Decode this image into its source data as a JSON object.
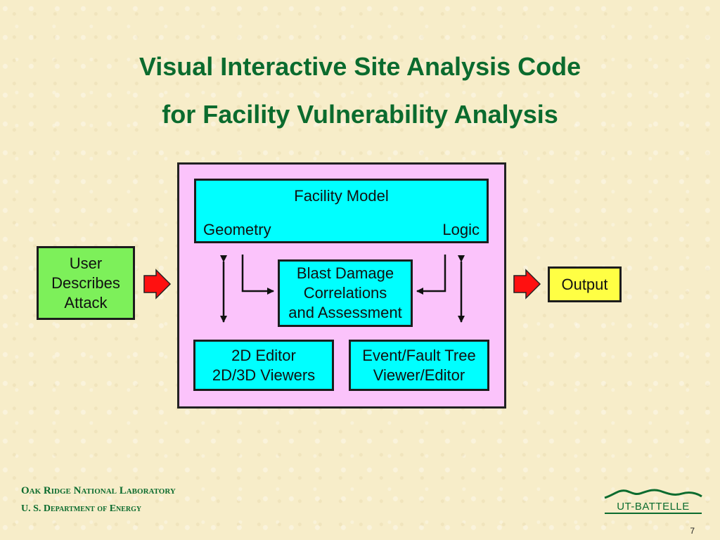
{
  "title": {
    "line1": "Visual Interactive Site Analysis Code",
    "line2": "for Facility Vulnerability Analysis"
  },
  "diagram": {
    "input": "User\nDescribes\nAttack",
    "facility_model": {
      "title": "Facility Model",
      "left_label": "Geometry",
      "right_label": "Logic"
    },
    "blast": "Blast Damage\nCorrelations\nand Assessment",
    "editor": "2D Editor\n2D/3D Viewers",
    "event_tree": "Event/Fault Tree\nViewer/Editor",
    "output": "Output",
    "colors": {
      "container": "#fbc3fb",
      "module": "#00ffff",
      "input": "#7df05a",
      "output": "#ffff44",
      "arrow": "#ff1010"
    }
  },
  "footer": {
    "org": "Oak Ridge National Laboratory",
    "dept": "U. S. Department of Energy",
    "logo_text": "UT-BATTELLE",
    "page": "7"
  }
}
